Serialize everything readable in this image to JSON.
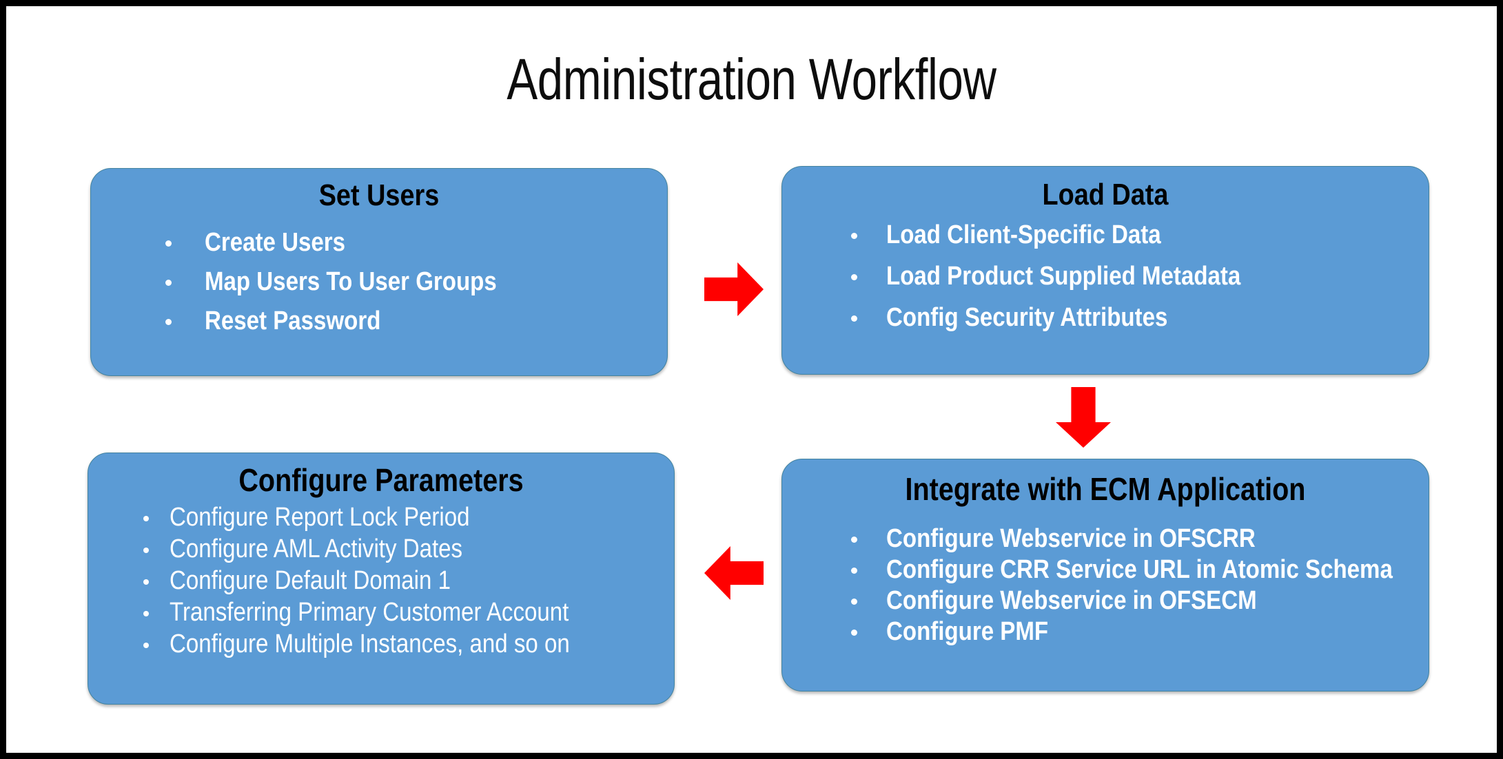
{
  "slide": {
    "title": "Administration Workflow",
    "frame_color": "#000000",
    "canvas_color": "#ffffff",
    "box_fill_color": "#5B9BD5",
    "arrow_color": "#FF0000",
    "box_title_color": "#000000",
    "bullet_text_color": "#FFFFFF"
  },
  "boxes": [
    {
      "id": "set-users",
      "title": "Set Users",
      "bullets": [
        "Create Users",
        "Map Users To User Groups",
        "Reset Password"
      ]
    },
    {
      "id": "load-data",
      "title": "Load Data",
      "bullets": [
        "Load Client-Specific Data",
        "Load Product Supplied Metadata",
        "Config Security Attributes"
      ]
    },
    {
      "id": "configure-parameters",
      "title": "Configure Parameters",
      "bullets": [
        "Configure Report Lock Period",
        "Configure AML Activity Dates",
        "Configure Default Domain 1",
        "Transferring Primary Customer Account",
        "Configure Multiple Instances, and so on"
      ]
    },
    {
      "id": "integrate-ecm",
      "title": "Integrate with ECM Application",
      "bullets": [
        "Configure Webservice in OFSCRR",
        "Configure CRR Service URL in Atomic Schema",
        "Configure Webservice in OFSECM",
        "Configure PMF"
      ]
    }
  ],
  "arrows": [
    {
      "id": "right",
      "direction": "right",
      "from": "set-users",
      "to": "load-data"
    },
    {
      "id": "down",
      "direction": "down",
      "from": "load-data",
      "to": "integrate-ecm"
    },
    {
      "id": "left",
      "direction": "left",
      "from": "integrate-ecm",
      "to": "configure-parameters"
    }
  ]
}
